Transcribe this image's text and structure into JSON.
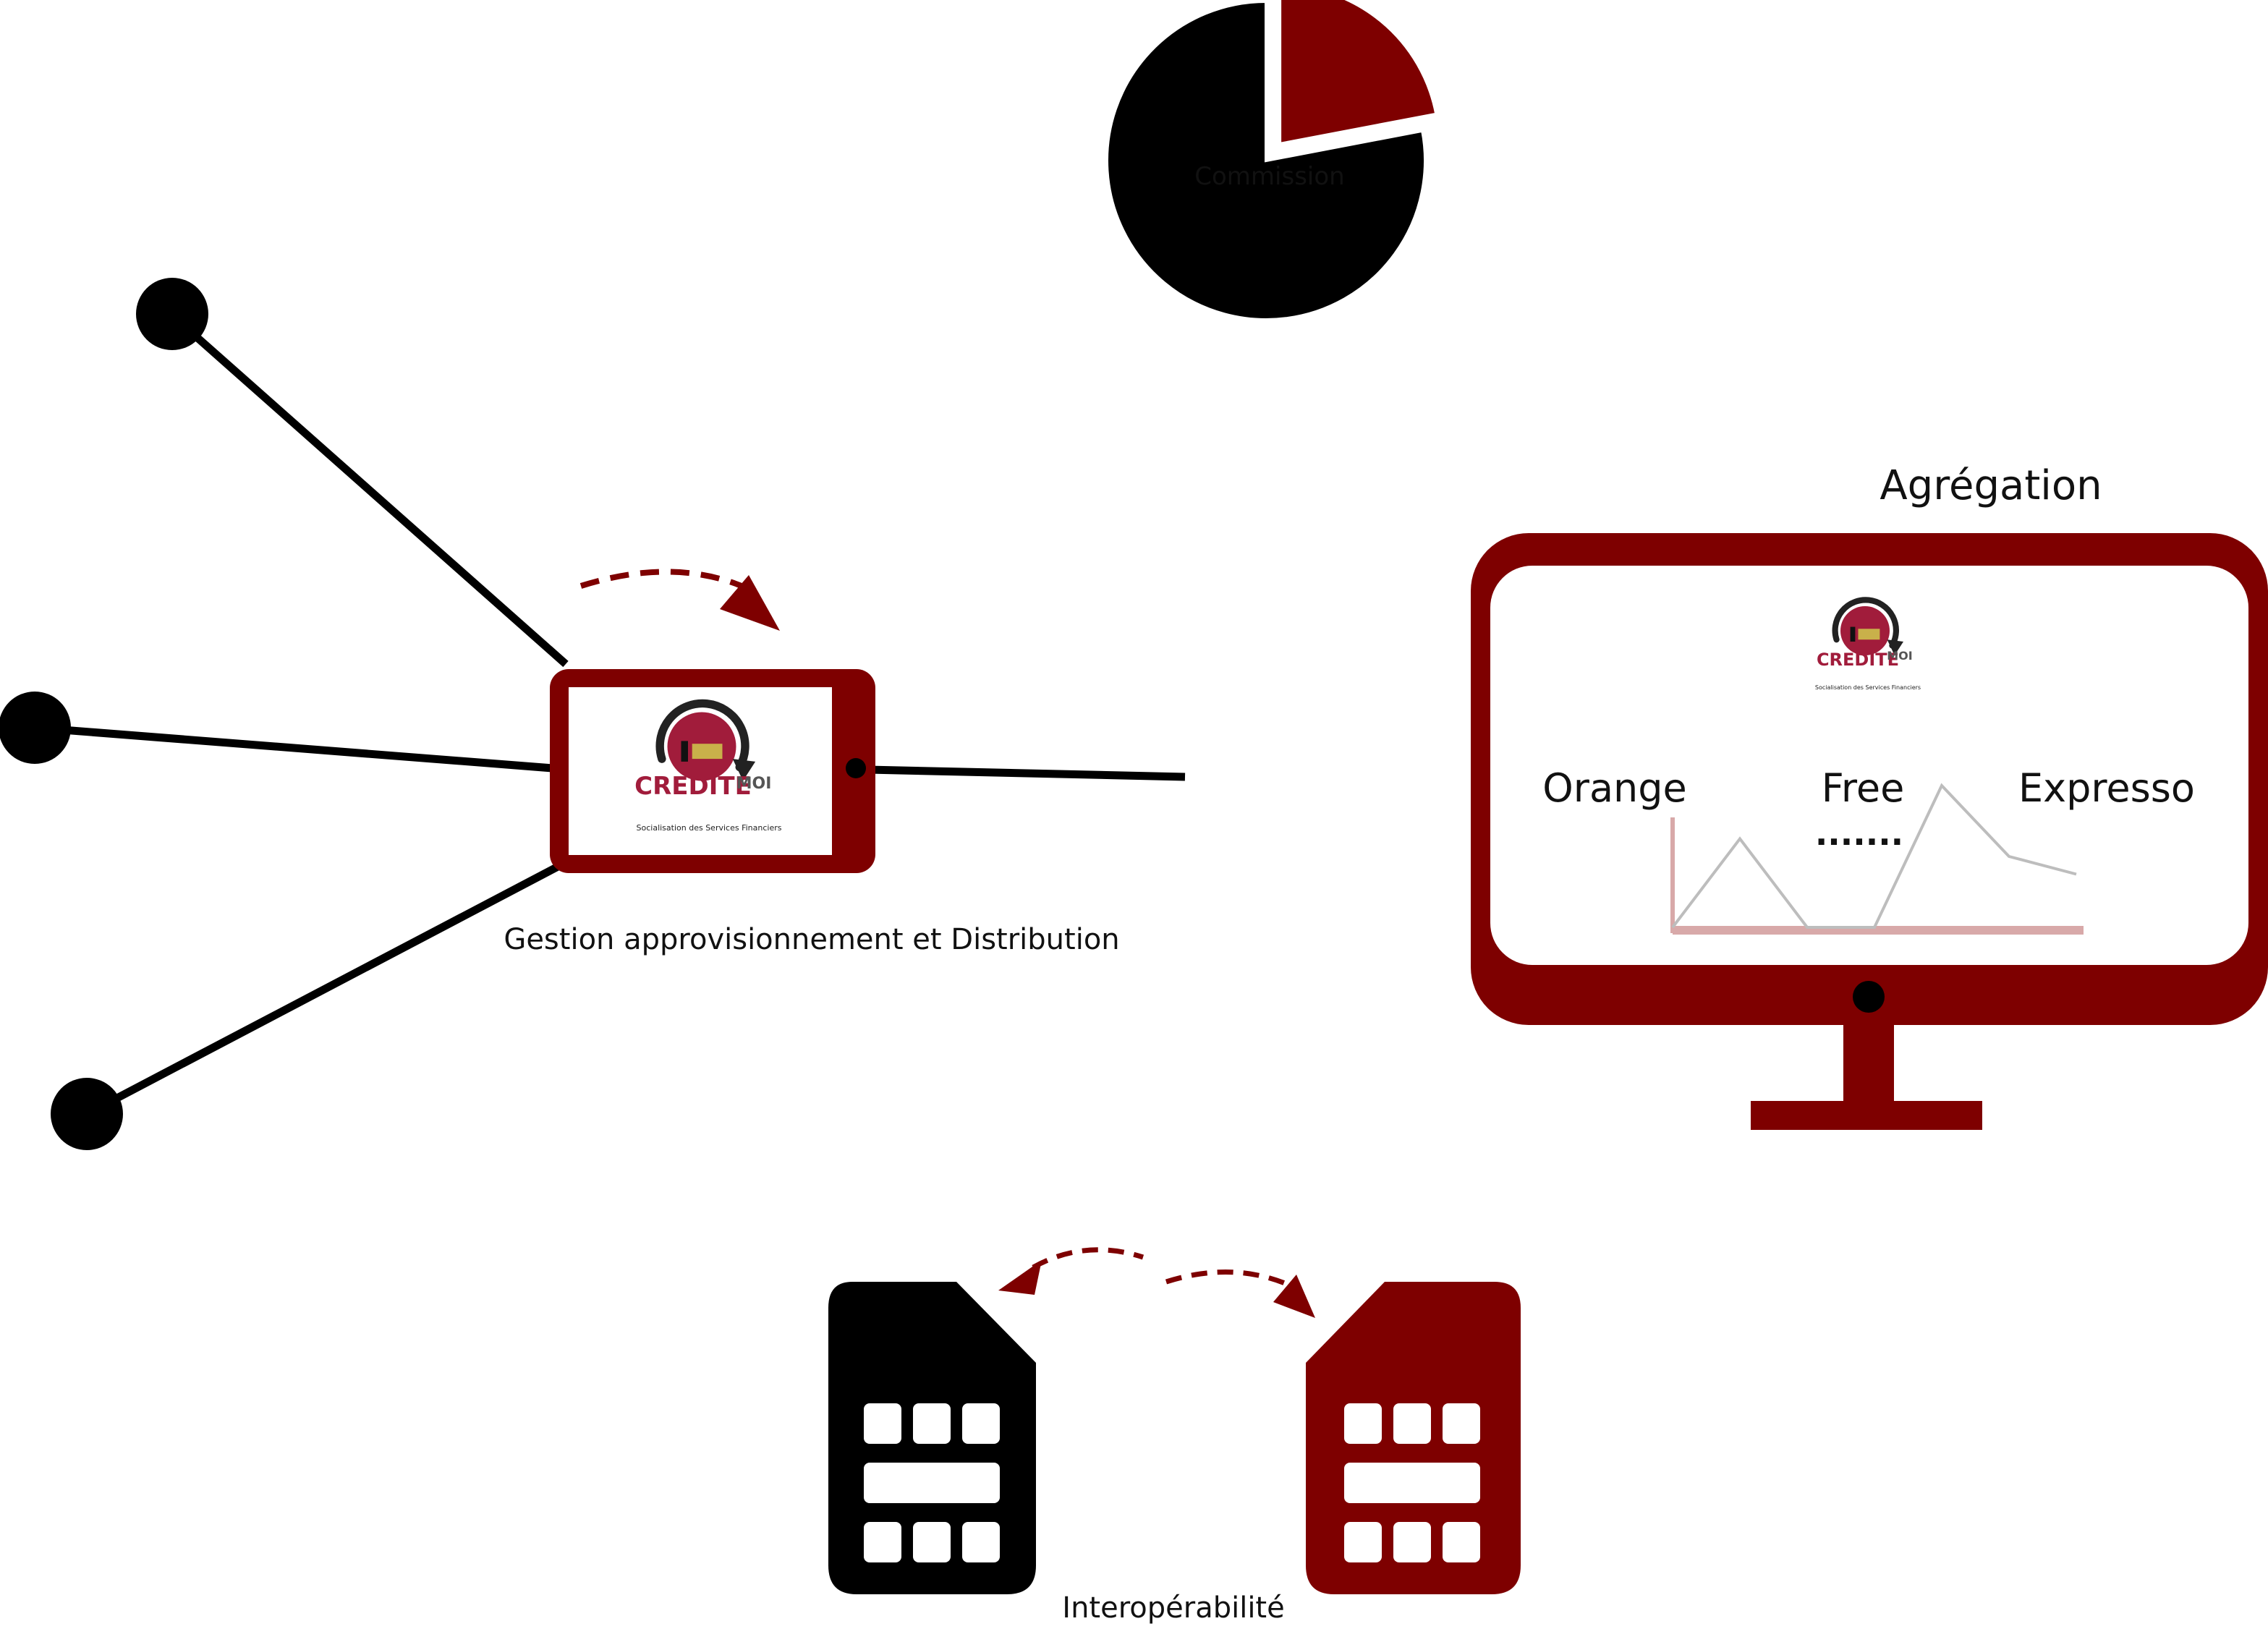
{
  "colors": {
    "brand": "#7e0000",
    "black": "#000000",
    "white": "#ffffff",
    "chart_line": "#bdbdbd",
    "chart_base": "#d8a9a9",
    "logo_circle": "#a11c3b"
  },
  "pie": {
    "label": "Commission",
    "chart_data": {
      "type": "pie",
      "values": [
        78,
        22
      ],
      "exploded_index": 1
    }
  },
  "tablet": {
    "caption": "Gestion approvisionnement et Distribution"
  },
  "monitor": {
    "title": "Agrégation",
    "operators": [
      "Orange",
      "Free",
      "Expresso"
    ],
    "ellipsis": ".......",
    "chart_data": {
      "type": "line",
      "x": [
        0,
        1,
        2,
        3,
        4,
        5,
        6
      ],
      "values": [
        0,
        1,
        0,
        0,
        1.6,
        0.8,
        0.6
      ]
    }
  },
  "logo": {
    "brand_left": "CREDITE",
    "brand_right": "MOI",
    "tagline": "Socialisation des Services Financiers"
  },
  "sim": {
    "caption": "Interopérabilité"
  },
  "icons": [
    "node-icon",
    "tablet-icon",
    "monitor-icon",
    "sim-card-icon",
    "dashed-arrow-icon",
    "pie-chart-icon"
  ]
}
